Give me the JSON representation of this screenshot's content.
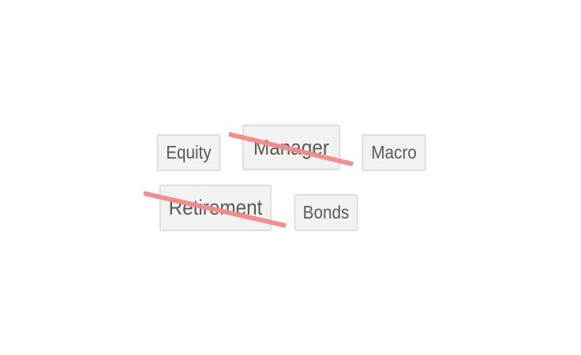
{
  "tags": {
    "equity": "Equity",
    "manager": "Manager",
    "macro": "Macro",
    "retirement": "Retirement",
    "bonds": "Bonds"
  },
  "colors": {
    "tag_background": "#f2f2f2",
    "tag_border": "#dedede",
    "tag_text": "#5a5a5a",
    "strike": "#f28b8b"
  }
}
